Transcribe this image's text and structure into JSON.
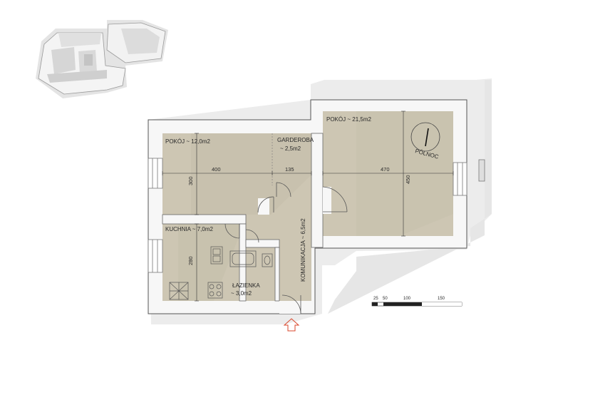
{
  "rooms": {
    "pokoj_small": {
      "name": "POKÓJ",
      "area": "~ 12,0m2"
    },
    "garderoba": {
      "name": "GARDEROBA",
      "area": "~ 2,5m2"
    },
    "pokoj_large": {
      "name": "POKÓJ",
      "area": "~ 21,5m2"
    },
    "kuchnia": {
      "name": "KUCHNIA",
      "area": "~ 7,0m2"
    },
    "lazienka": {
      "name": "ŁAZIENKA",
      "area": "~ 3,0m2"
    },
    "komunikacja": {
      "name": "KOMUNIKACJA",
      "area": "~ 6,5m2"
    }
  },
  "dimensions": {
    "pokoj_small_width": "400",
    "garderoba_width": "135",
    "pokoj_small_height": "300",
    "pokoj_large_width": "470",
    "pokoj_large_height": "450",
    "kuchnia_height": "280"
  },
  "compass_label": "PÓLNOC",
  "scale_bar": {
    "ticks": [
      "25",
      "50",
      "100",
      "150"
    ]
  },
  "colors": {
    "room_fill": "#cdc6b3",
    "room_shade": "#bfb8a4",
    "wall": "#f7f7f7",
    "wall_edge": "#555555",
    "shadow": "#ececec",
    "entrance_arrow": "#d9472b"
  }
}
